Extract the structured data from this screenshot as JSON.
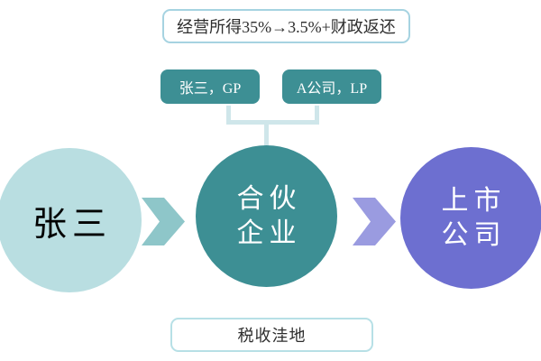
{
  "diagram": {
    "top_note": {
      "label": "经营所得35%→3.5%+财政返还"
    },
    "partners": {
      "gp": {
        "label": "张三，GP"
      },
      "lp": {
        "label": "A公司，LP"
      }
    },
    "nodes": {
      "person": {
        "label": "张三"
      },
      "partnership": {
        "line1": "合伙",
        "line2": "企业"
      },
      "listed_company": {
        "line1": "上市",
        "line2": "公司"
      }
    },
    "bottom_note": {
      "label": "税收洼地"
    }
  },
  "icons": {
    "arrow_1": "chevron-right-icon",
    "arrow_2": "chevron-right-icon"
  },
  "colors": {
    "teal_dark": "#3d8f94",
    "teal_arrow": "#8ec6c9",
    "teal_light_circle": "#b9dee1",
    "purple_circle": "#6d6fd0",
    "purple_arrow": "#9a9be0",
    "connector_line": "#cfe6ea",
    "note_border_top": "#a6d3e1",
    "note_border_bottom": "#b7e0e6",
    "note_text": "#2e2e2e",
    "background": "#ffffff"
  }
}
